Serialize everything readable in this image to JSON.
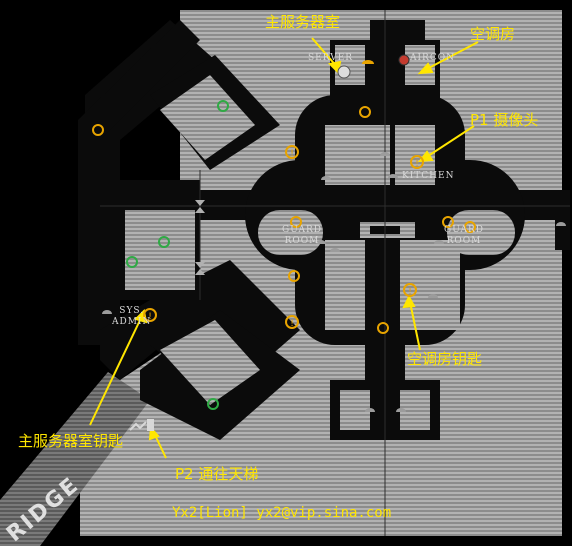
{
  "annotations": {
    "main_server_room": "主服务器室",
    "ac_room": "空调房",
    "p1_camera": "P1 摄像头",
    "ac_room_key": "空调房钥匙",
    "main_server_room_key": "主服务器室钥匙",
    "p2_to_elevator": "P2 通往天梯"
  },
  "rooms": {
    "server": "SERVER",
    "aircon": "AIRCON",
    "kitchen": "KITCHEN",
    "guard_room_left_1": "GUARD",
    "guard_room_left_2": "ROOM",
    "guard_room_right_1": "GUARD",
    "guard_room_right_2": "ROOM",
    "sys_admin_1": "SYS.",
    "sys_admin_2": "ADMIN"
  },
  "bridge_label": "RIDGE",
  "credit": "Yx2[Lion] yx2@vip.sina.com",
  "colors": {
    "annotation": "#ffe600",
    "floor_hatch": "#9a9a9a",
    "wall": "#0b0b0b",
    "room_text": "#d8d8d8",
    "orange_marker": "#e8a400",
    "green_marker": "#2faa45"
  },
  "icons": {
    "alert_marker": "exclamation-circle-icon",
    "patrol_marker": "rotate-arrow-icon",
    "camera_marker": "camera-icon",
    "door_marker": "door-lamp-icon"
  }
}
